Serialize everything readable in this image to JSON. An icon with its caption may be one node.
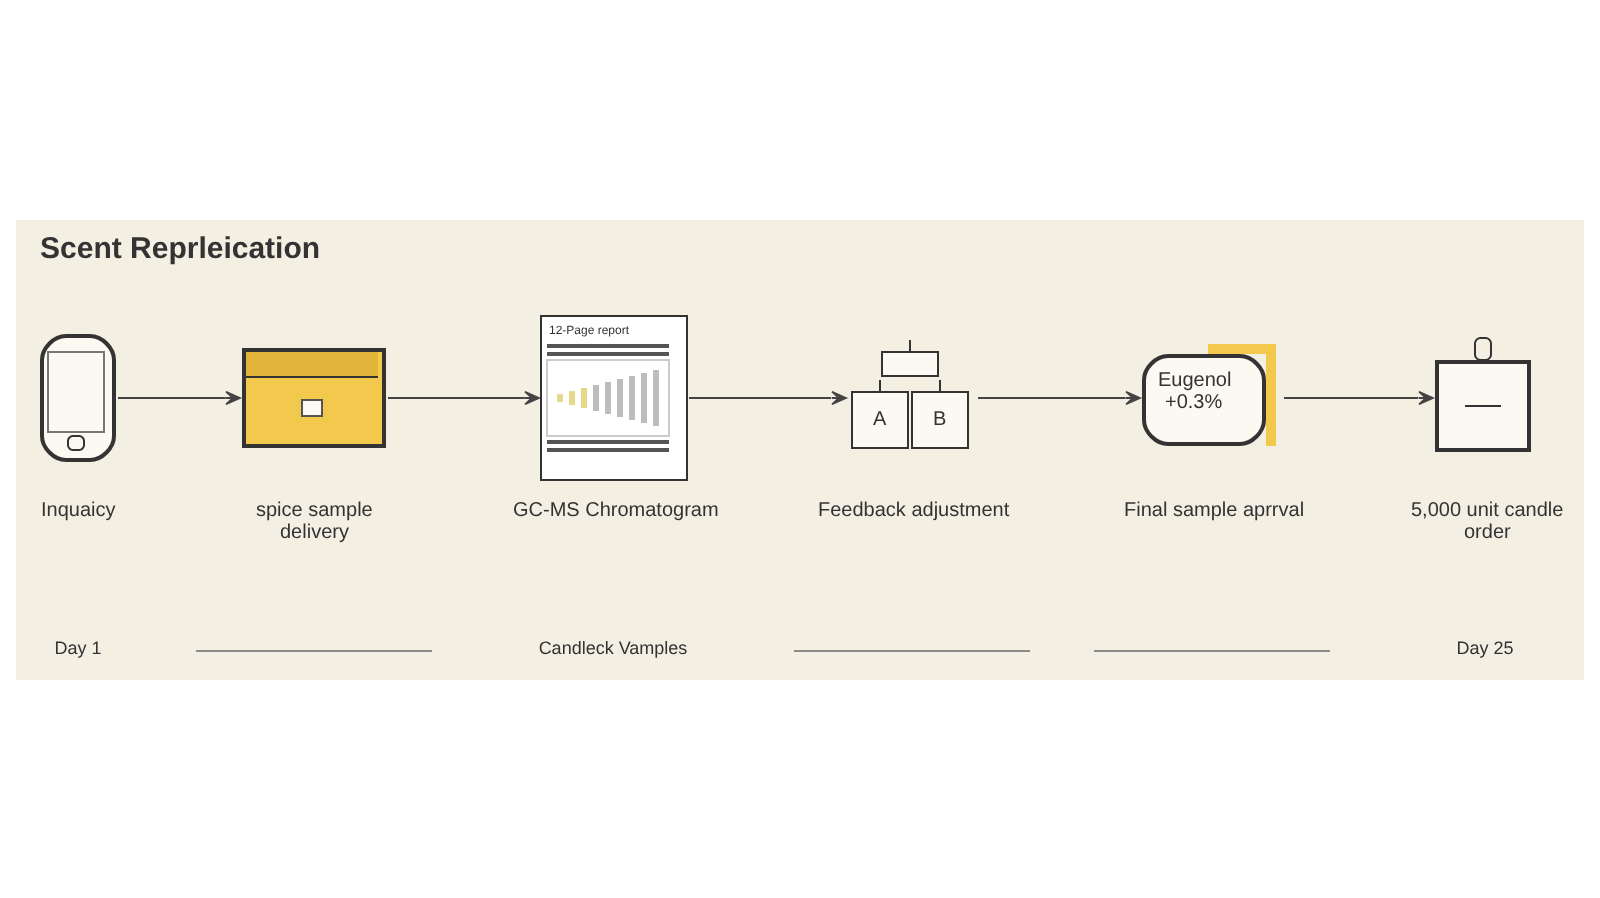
{
  "diagram": {
    "title": "Scent Reprleication",
    "nodes": [
      {
        "text": [],
        "shape": "picture",
        "beside": [
          "Inquaicy"
        ]
      },
      {
        "text": [],
        "shape": "picture",
        "beside": [
          "spice sample delivery"
        ]
      },
      {
        "text": [
          "12-Page report"
        ],
        "beside": [
          "GC-MS Chromatogram"
        ]
      },
      {
        "text": [
          "A",
          "B"
        ],
        "beside": [
          "Feedback adjustment"
        ]
      },
      {
        "text": [
          "Eugenol +0.3%"
        ],
        "beside": [
          "Final sample aprrval"
        ]
      },
      {
        "text": [],
        "shape": "picture",
        "beside": [
          "5,000 unit candle order"
        ]
      }
    ],
    "edges": [
      {
        "from": 0,
        "to": 1,
        "arrow": "to"
      },
      {
        "from": 1,
        "to": 2,
        "arrow": "to"
      },
      {
        "from": 2,
        "to": 3,
        "arrow": "to"
      },
      {
        "from": 3,
        "to": 4,
        "arrow": "to"
      },
      {
        "from": 4,
        "to": 5,
        "arrow": "to"
      }
    ],
    "labels": [
      "Day 1",
      "Candleck Vamples",
      "Day 25"
    ]
  }
}
